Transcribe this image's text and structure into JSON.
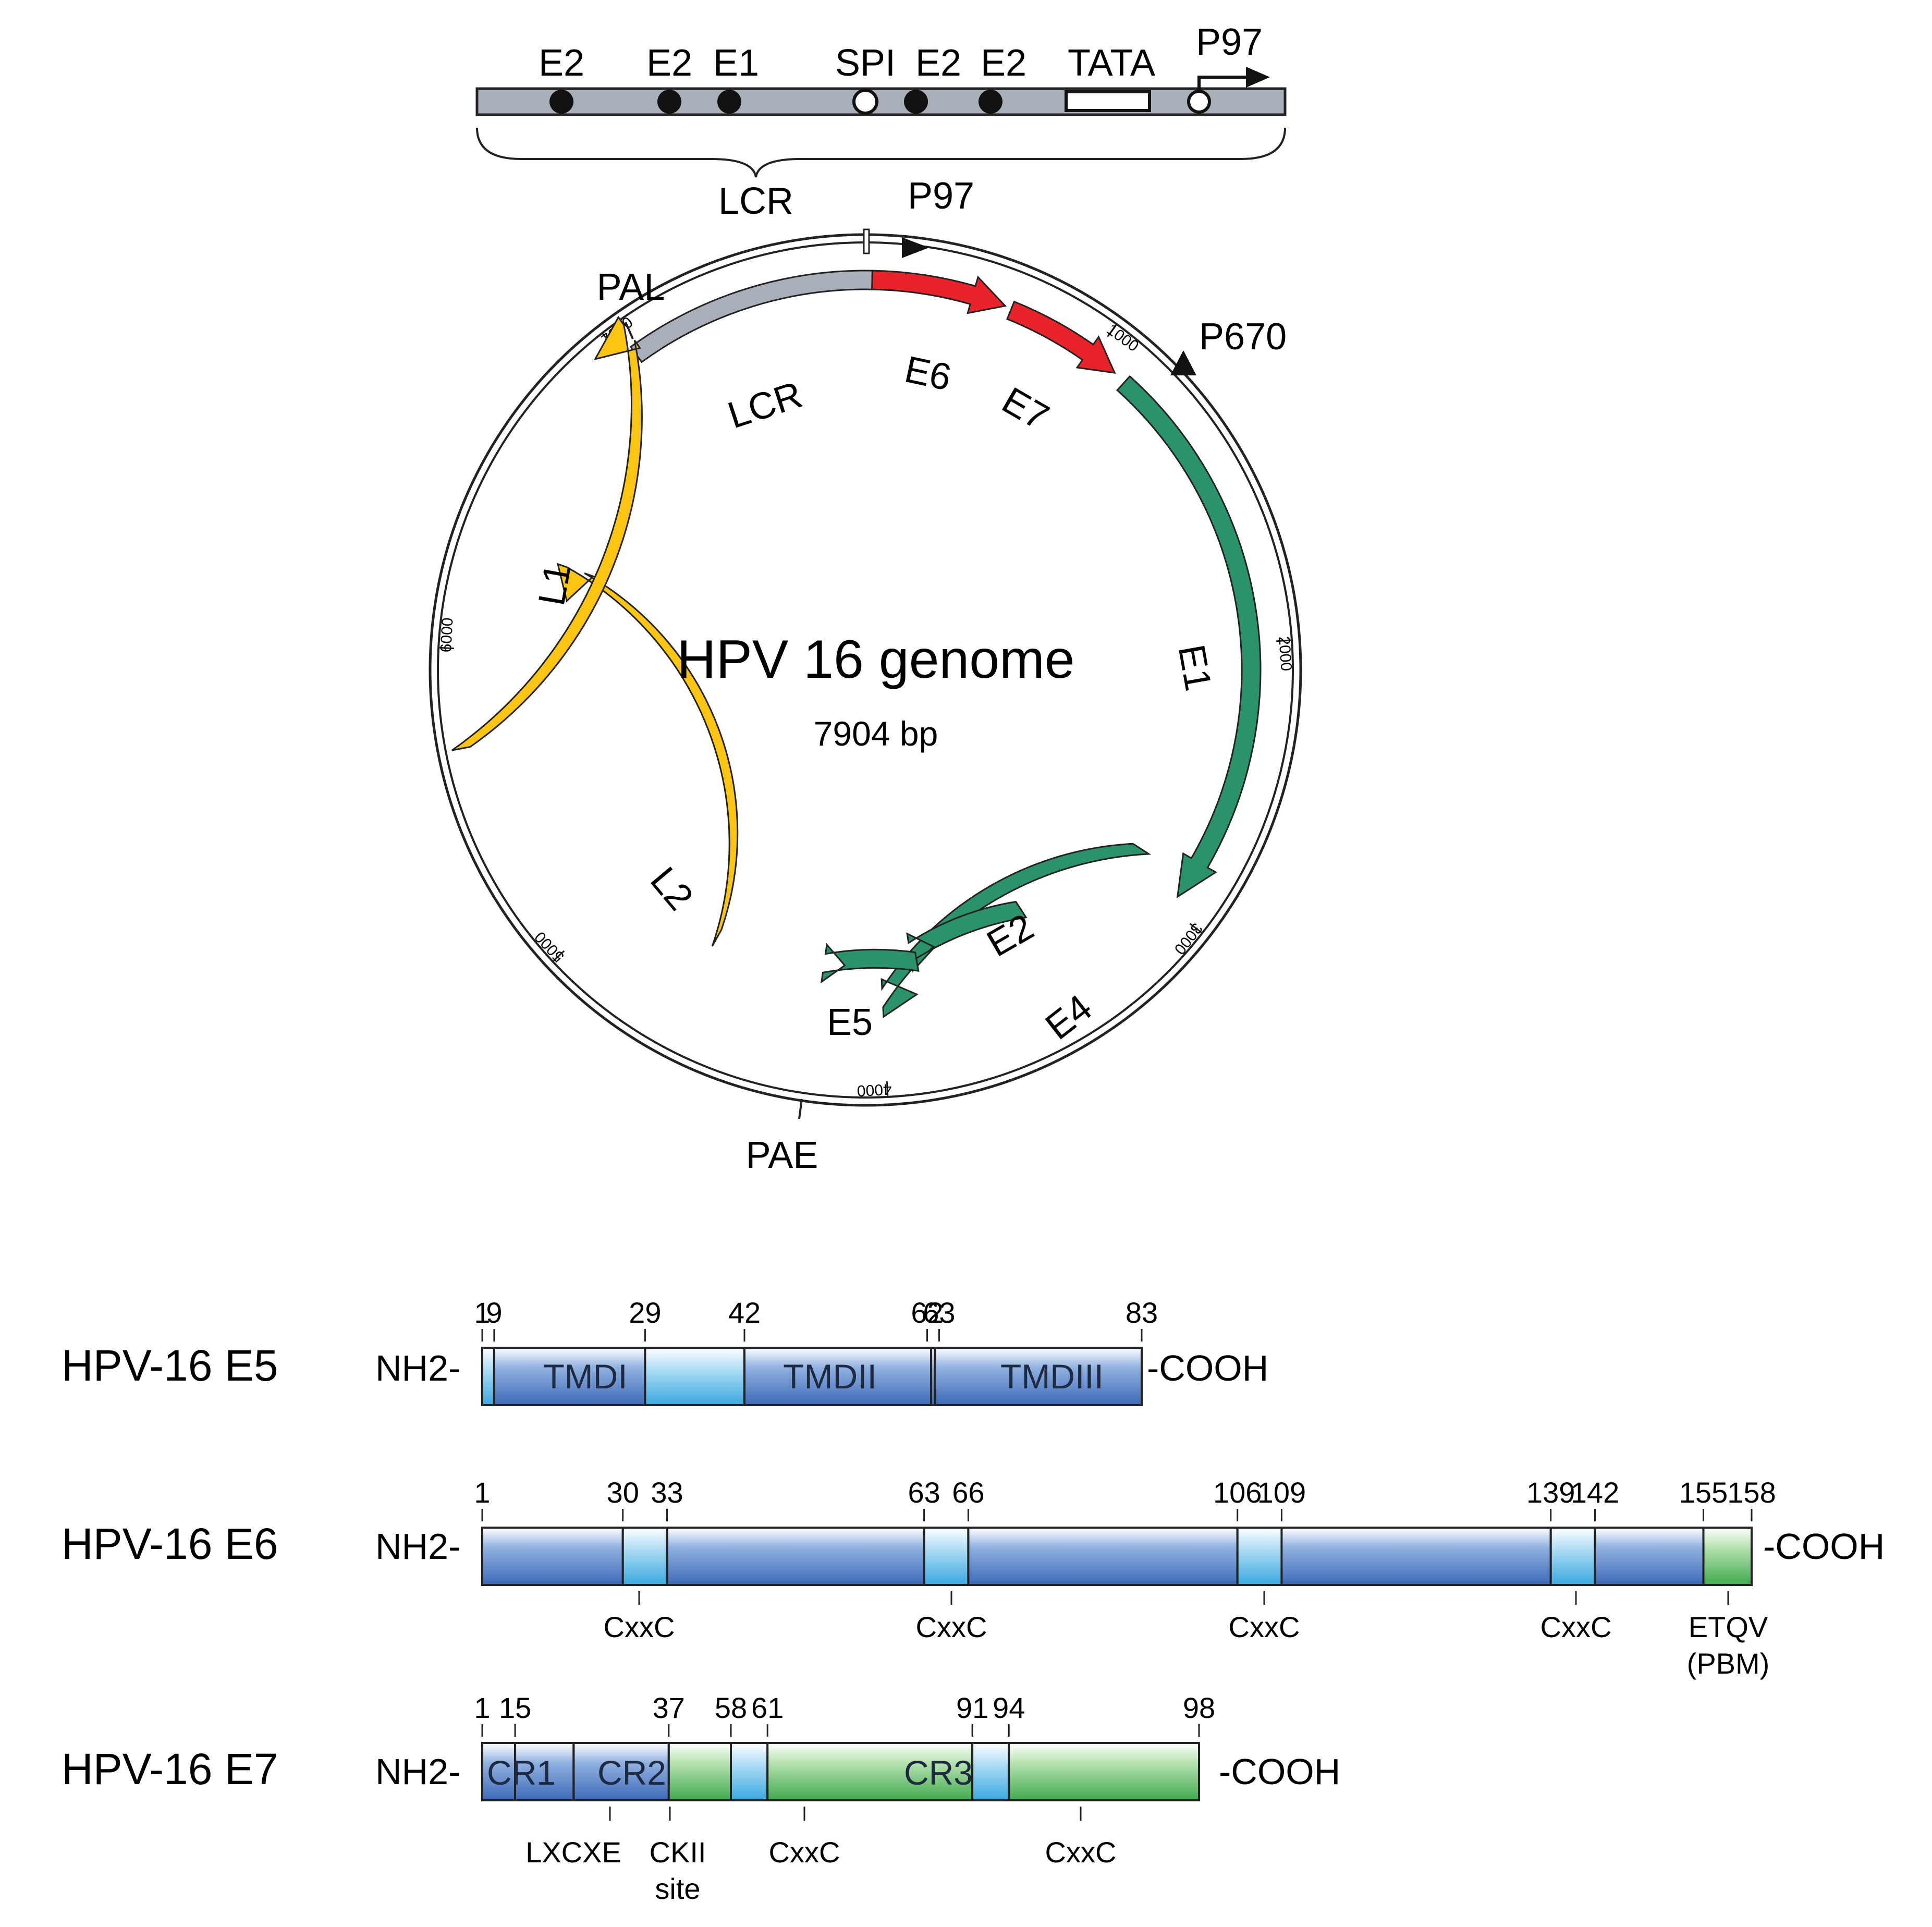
{
  "lcr_bar": {
    "sites": [
      "E2",
      "E2",
      "E1",
      "SPI",
      "E2",
      "E2"
    ],
    "tata_label": "TATA",
    "promoter_label": "P97",
    "brace_label": "LCR"
  },
  "genome": {
    "title": "HPV 16 genome",
    "size": "7904 bp",
    "markers": {
      "p97": "P97",
      "p670": "P670",
      "pal": "PAL",
      "pae": "PAE"
    },
    "scale_ticks": [
      "1000",
      "2000",
      "3000",
      "4000",
      "5000",
      "6000",
      "7000"
    ],
    "genes": {
      "lcr": "LCR",
      "e6": "E6",
      "e7": "E7",
      "e1": "E1",
      "e2": "E2",
      "e4": "E4",
      "e5": "E5",
      "l2": "L2",
      "l1": "L1"
    },
    "colors": {
      "early_oncogenes": "#e8242a",
      "early": "#2a936a",
      "late": "#fcc511",
      "lcr": "#a8afb8"
    }
  },
  "proteins": {
    "nh2": "NH2-",
    "cooh": "-COOH",
    "e5": {
      "name": "HPV-16 E5",
      "positions": [
        "1",
        "9",
        "29",
        "42",
        "62",
        "63",
        "83"
      ],
      "domains": [
        "TMDI",
        "TMDII",
        "TMDIII"
      ]
    },
    "e6": {
      "name": "HPV-16 E6",
      "positions": [
        "1",
        "30",
        "33",
        "63",
        "66",
        "106",
        "109",
        "139",
        "142",
        "155",
        "158"
      ],
      "motifs": [
        "CxxC",
        "CxxC",
        "CxxC",
        "CxxC"
      ],
      "pbm_label_1": "ETQV",
      "pbm_label_2": "(PBM)"
    },
    "e7": {
      "name": "HPV-16 E7",
      "positions": [
        "1",
        "15",
        "37",
        "58",
        "61",
        "91",
        "94",
        "98"
      ],
      "domains": [
        "CR1",
        "CR2",
        "CR3"
      ],
      "motifs": [
        "LXCXE",
        "CxxC",
        "CxxC"
      ],
      "ckii_1": "CKII",
      "ckii_2": "site"
    }
  }
}
